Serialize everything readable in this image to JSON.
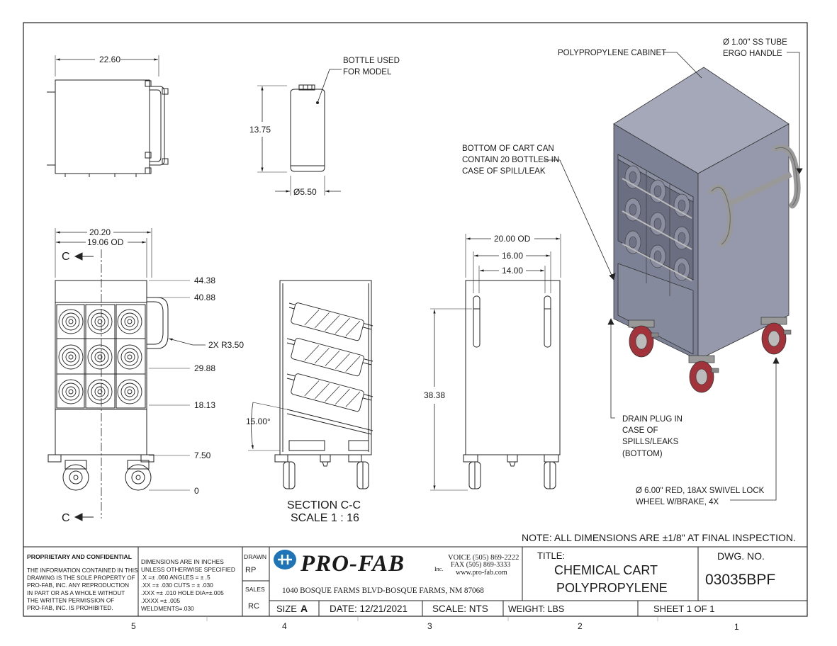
{
  "views": {
    "top": {
      "width": "22.60"
    },
    "bottle": {
      "callout": [
        "BOTTLE USED",
        "FOR MODEL"
      ],
      "height": "13.75",
      "diameter": "Ø5.50"
    },
    "front": {
      "overall": "20.20",
      "od": "19.06 OD",
      "section_marker": "C",
      "elevations": [
        "44.38",
        "40.88",
        "29.88",
        "18.13",
        "7.50",
        "0"
      ],
      "radius": "2X R3.50"
    },
    "section": {
      "angle": "15.00°",
      "title": "SECTION C-C",
      "scale": "SCALE 1 : 16"
    },
    "side": {
      "od": "20.00 OD",
      "w1": "16.00",
      "w2": "14.00",
      "height": "38.38"
    },
    "iso": {
      "cabinet": "POLYPROPYLENE CABINET",
      "handle": [
        "Ø 1.00\" SS TUBE",
        "ERGO HANDLE"
      ],
      "bottom": [
        "BOTTOM OF CART CAN",
        "CONTAIN 20 BOTTLES IN",
        "CASE OF SPILL/LEAK"
      ],
      "drain": [
        "DRAIN PLUG IN",
        "CASE OF",
        "SPILLS/LEAKS",
        "(BOTTOM)"
      ],
      "wheel": [
        "Ø 6.00\" RED, 18AX SWIVEL LOCK",
        "WHEEL W/BRAKE, 4X"
      ]
    }
  },
  "note": "NOTE: ALL DIMENSIONS ARE ±1/8\" AT FINAL INSPECTION.",
  "title_block": {
    "proprietary_title": "PROPRIETARY AND CONFIDENTIAL",
    "proprietary_text": [
      "THE INFORMATION CONTAINED IN THIS",
      "DRAWING IS THE SOLE PROPERTY OF",
      "PRO-FAB, INC.  ANY REPRODUCTION",
      "IN PART OR AS A WHOLE WITHOUT",
      "THE WRITTEN PERMISSION OF",
      "PRO-FAB, INC. IS PROHIBITED."
    ],
    "tolerances": [
      "DIMENSIONS ARE IN INCHES",
      "UNLESS OTHERWISE SPECIFIED",
      ".X =± .060      ANGLES = ± .5",
      ".XX =± .030      CUTS = ± .030",
      ".XXX =± .010   HOLE DIA=±.005",
      ".XXXX =± .005",
      "WELDMENTS=.030"
    ],
    "drawn_label": "DRAWN",
    "drawn": "RP",
    "sales_label": "SALES",
    "sales": "RC",
    "company": "PRO-FAB",
    "inc": "Inc.",
    "voice": "VOICE (505) 869-2222",
    "fax": "FAX (505) 869-3333",
    "web": "www.pro-fab.com",
    "address": "1040 BOSQUE FARMS BLVD-BOSQUE FARMS, NM 87068",
    "title_label": "TITLE:",
    "title_line1": "CHEMICAL CART",
    "title_line2": "POLYPROPYLENE",
    "dwg_label": "DWG.  NO.",
    "dwg_no": "03035BPF",
    "size_label": "SIZE",
    "size": "A",
    "date": "DATE:  12/21/2021",
    "scale": "SCALE: NTS",
    "weight": "WEIGHT:  LBS",
    "sheet": "SHEET 1 OF 1"
  },
  "zones": [
    "5",
    "4",
    "3",
    "2",
    "1"
  ],
  "colors": {
    "ink": "#1a1a1a",
    "cabinet": "#8e92a6",
    "cabinet_top": "#a4a8b9",
    "wheel_red": "#a3333a",
    "logo_blue": "#1f74b8"
  }
}
